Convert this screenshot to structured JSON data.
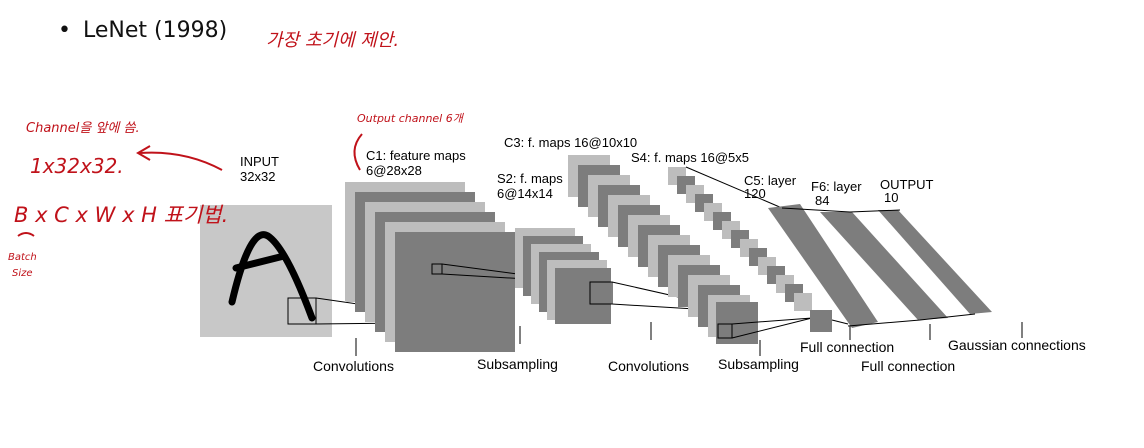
{
  "slide": {
    "bullet": "LeNet (1998)",
    "bullet_dot": "•"
  },
  "diagram": {
    "input_label": "INPUT",
    "input_size": "32x32",
    "c1_label": "C1: feature maps",
    "c1_size": "6@28x28",
    "s2_label": "S2: f. maps",
    "s2_size": "6@14x14",
    "c3_label": "C3: f. maps 16@10x10",
    "s4_label": "S4: f. maps 16@5x5",
    "c5_label": "C5: layer",
    "c5_size": "120",
    "f6_label": "F6: layer",
    "f6_size": "84",
    "output_label": "OUTPUT",
    "output_size": "10",
    "op_convolutions_1": "Convolutions",
    "op_subsampling_1": "Subsampling",
    "op_convolutions_2": "Convolutions",
    "op_subsampling_2": "Subsampling",
    "op_full_connection_1": "Full connection",
    "op_full_connection_2": "Full connection",
    "op_gaussian": "Gaussian connections"
  },
  "annotations": {
    "title_note": "가장 초기에 제안.",
    "output_channel": "Output channel 6개",
    "channel_note": "Channel을 앞에 씀.",
    "shape": "1x32x32.",
    "format": "B x C x W x H 표기법.",
    "batch": "Batch",
    "size": "Size"
  },
  "colors": {
    "annotation_red": "#c0121a",
    "map_dark": "#7d7d7d",
    "map_light": "#bdbdbd",
    "input_bg": "#c8c8c8"
  }
}
